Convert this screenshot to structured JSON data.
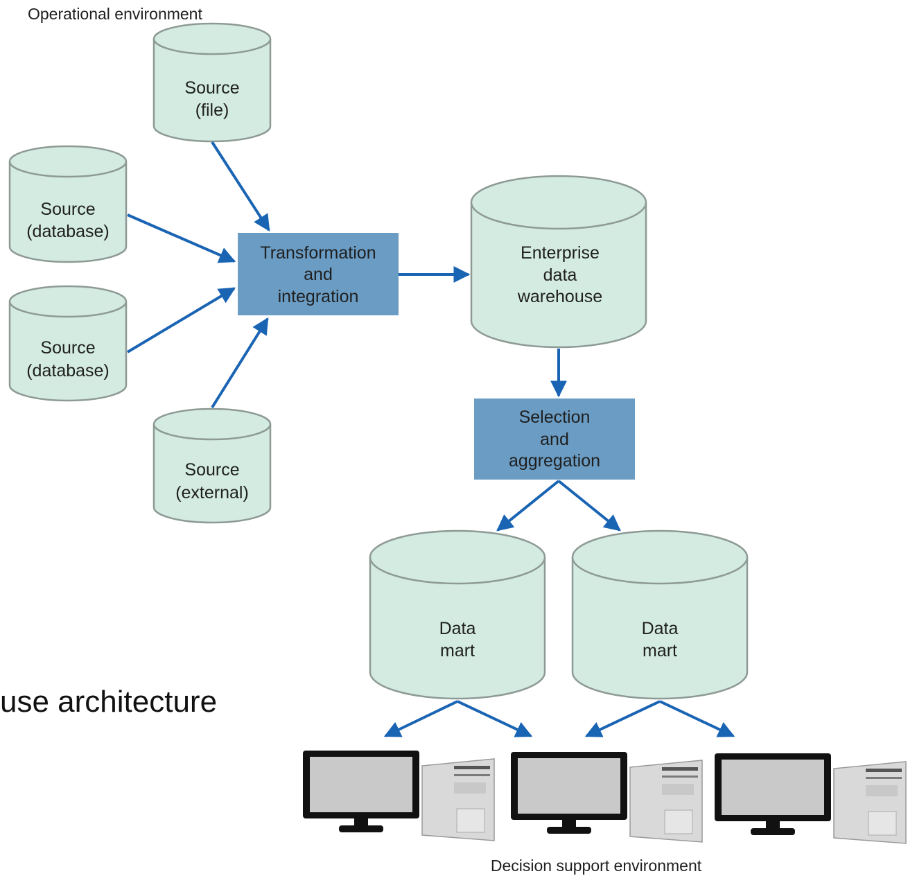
{
  "environments": {
    "operational": "Operational environment",
    "decision_support": "Decision support environment"
  },
  "sources": [
    {
      "line1": "Source",
      "line2": "(file)"
    },
    {
      "line1": "Source",
      "line2": "(database)"
    },
    {
      "line1": "Source",
      "line2": "(database)"
    },
    {
      "line1": "Source",
      "line2": "(external)"
    }
  ],
  "transformation": {
    "line1": "Transformation",
    "line2": "and",
    "line3": "integration"
  },
  "warehouse": {
    "line1": "Enterprise",
    "line2": "data",
    "line3": "warehouse"
  },
  "selection": {
    "line1": "Selection",
    "line2": "and",
    "line3": "aggregation"
  },
  "marts": [
    {
      "line1": "Data",
      "line2": "mart"
    },
    {
      "line1": "Data",
      "line2": "mart"
    }
  ],
  "side_caption": "use architecture",
  "computer_count": 3,
  "colors": {
    "cylinder_fill": "#d3ebe1",
    "cylinder_stroke": "#8e9a95",
    "process_fill": "#6a9cc4",
    "arrow": "#1a64b4",
    "text": "#1f1f1f"
  }
}
